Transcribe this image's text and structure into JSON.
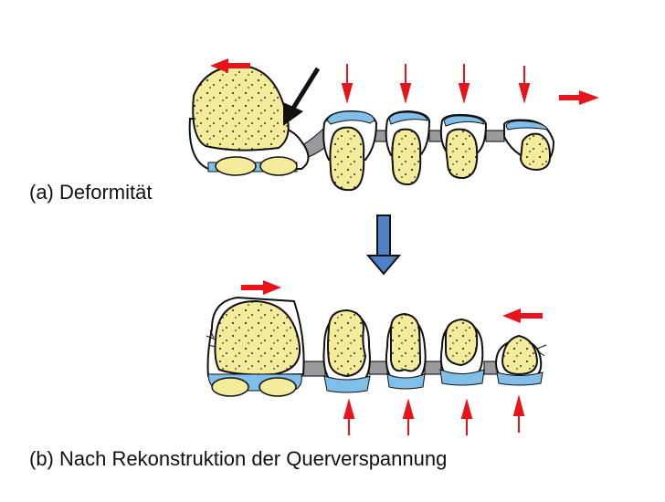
{
  "figure": {
    "panels": [
      {
        "id": "a",
        "caption": "(a) Deformität",
        "state": "deformity"
      },
      {
        "id": "b",
        "caption": "(b) Nach Rekonstruktion der Querverspannung",
        "state": "reconstructed"
      }
    ],
    "colors": {
      "bone": "#f5ec9b",
      "cartilage": "#7fbfe9",
      "ligament": "#9a9a9e",
      "force_arrow": "#e8131b",
      "transition_arrow": "#4f81c7",
      "outline": "#111111"
    },
    "icons": {
      "transition": "arrow-down-icon",
      "pointer": "black-arrow-icon"
    }
  }
}
